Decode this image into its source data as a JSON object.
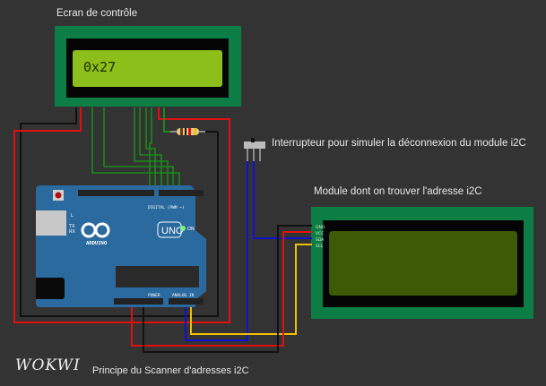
{
  "labels": {
    "control_screen": "Ecran de contrôle",
    "switch_caption": "Interrupteur pour simuler la déconnexion du module i2C",
    "module_caption": "Module dont on trouver l'adresse i2C",
    "footer_caption": "Principe du Scanner d'adresses i2C"
  },
  "brand": {
    "logo": "WOKWI"
  },
  "lcd_control": {
    "display_text": "0x27"
  },
  "i2c_module": {
    "pins": [
      "GND",
      "VCC",
      "SDA",
      "SCL"
    ]
  },
  "arduino": {
    "model": "UNO",
    "brand": "ARDUINO",
    "on_led": "ON",
    "digital_label": "DIGITAL (PWM ~)",
    "power_label": "POWER",
    "analog_label": "ANALOG IN",
    "led_labels": [
      "L",
      "TX",
      "RX"
    ]
  },
  "colors": {
    "background": "#333333",
    "pcb_green": "#0c7e45",
    "lcd_green": "#8cbf1a",
    "arduino_blue": "#2b6a9e",
    "wire_red": "#e01010",
    "wire_black": "#111111",
    "wire_green": "#1a8a1a",
    "wire_blue": "#1010d0",
    "wire_yellow": "#f0c000"
  }
}
